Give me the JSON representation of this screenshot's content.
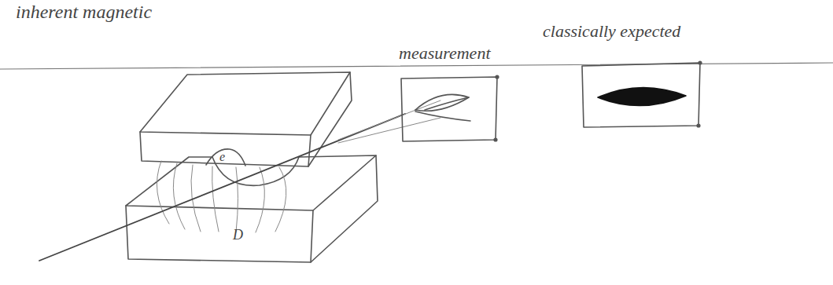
{
  "diagram": {
    "labels": [
      "inherent magnetic",
      "measurement",
      "classically expected",
      "e",
      "D"
    ]
  }
}
